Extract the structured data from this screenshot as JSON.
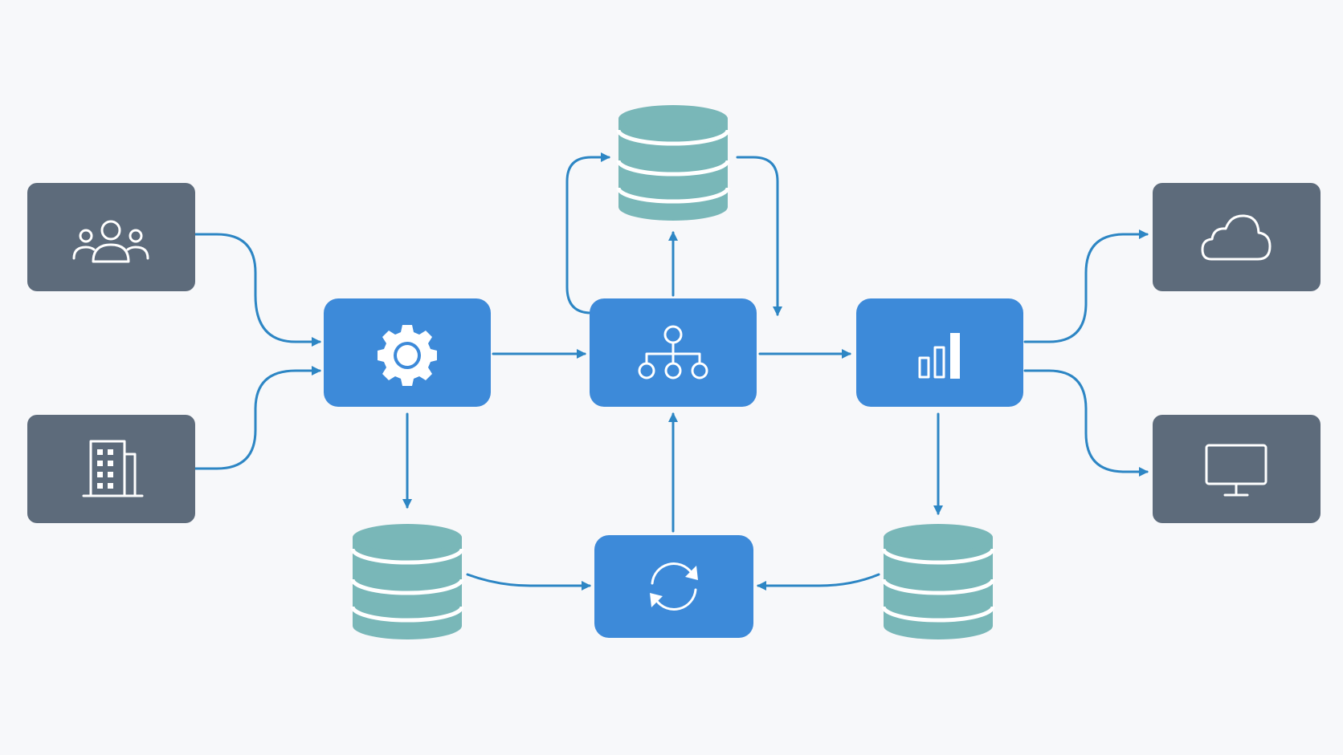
{
  "colors": {
    "background": "#f7f8fa",
    "external_node": "#5d6b7b",
    "process_node": "#3d8ad9",
    "database": "#79b7b8",
    "database_rim": "#ffffff",
    "edge": "#2d86c4"
  },
  "nodes": {
    "source_users": {
      "icon": "users-icon",
      "kind": "external"
    },
    "source_organization": {
      "icon": "building-icon",
      "kind": "external"
    },
    "process_configure": {
      "icon": "gear-icon",
      "kind": "process"
    },
    "process_hierarchy": {
      "icon": "hierarchy-icon",
      "kind": "process"
    },
    "process_analytics": {
      "icon": "bar-chart-icon",
      "kind": "process"
    },
    "process_sync": {
      "icon": "sync-icon",
      "kind": "process"
    },
    "db_top": {
      "icon": "database-icon",
      "kind": "store"
    },
    "db_bottom_left": {
      "icon": "database-icon",
      "kind": "store"
    },
    "db_bottom_right": {
      "icon": "database-icon",
      "kind": "store"
    },
    "target_cloud": {
      "icon": "cloud-icon",
      "kind": "external"
    },
    "target_monitor": {
      "icon": "monitor-icon",
      "kind": "external"
    }
  },
  "edges": [
    {
      "from": "source_users",
      "to": "process_configure"
    },
    {
      "from": "source_organization",
      "to": "process_configure"
    },
    {
      "from": "process_configure",
      "to": "process_hierarchy"
    },
    {
      "from": "process_configure",
      "to": "db_bottom_left"
    },
    {
      "from": "process_hierarchy",
      "to": "db_top"
    },
    {
      "from": "process_hierarchy",
      "to": "db_top",
      "route": "loop-left"
    },
    {
      "from": "db_top",
      "to": "process_hierarchy",
      "route": "loop-right"
    },
    {
      "from": "process_hierarchy",
      "to": "process_analytics"
    },
    {
      "from": "process_sync",
      "to": "process_hierarchy"
    },
    {
      "from": "db_bottom_left",
      "to": "process_sync"
    },
    {
      "from": "db_bottom_right",
      "to": "process_sync"
    },
    {
      "from": "process_analytics",
      "to": "db_bottom_right"
    },
    {
      "from": "process_analytics",
      "to": "target_cloud"
    },
    {
      "from": "process_analytics",
      "to": "target_monitor"
    }
  ]
}
